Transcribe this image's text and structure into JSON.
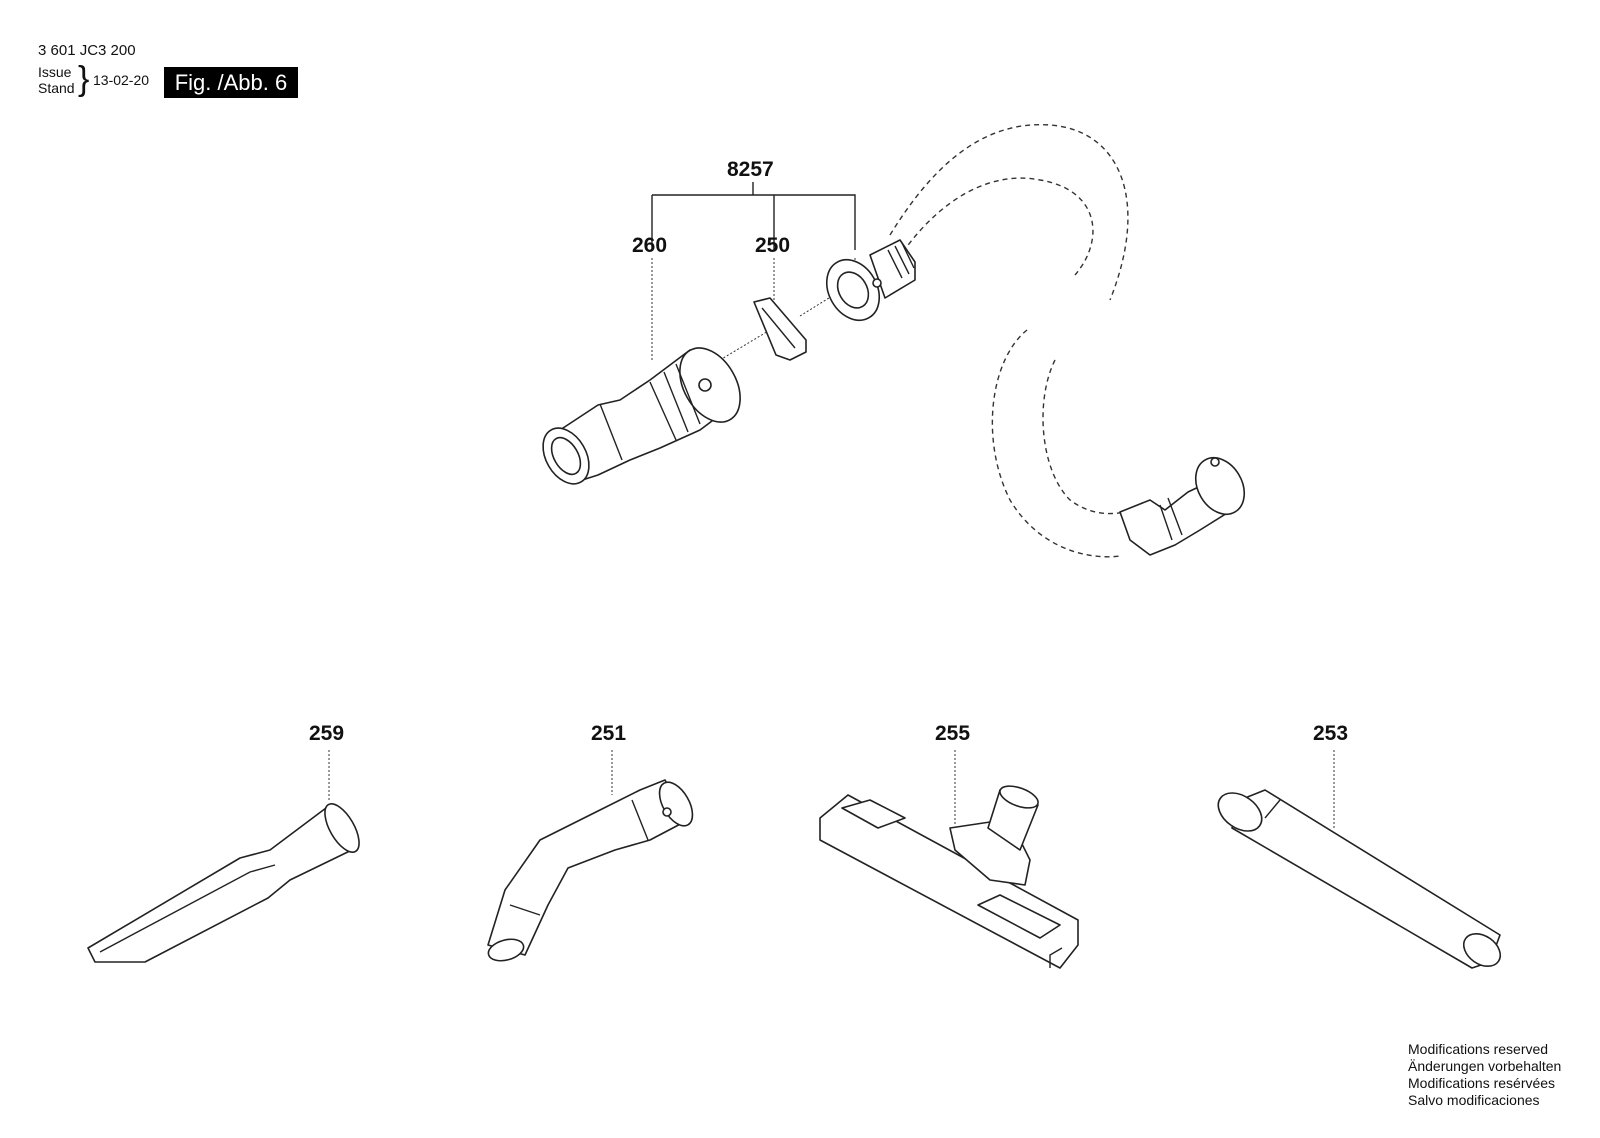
{
  "header": {
    "part_number": "3 601 JC3 200",
    "issue_label": "Issue",
    "stand_label": "Stand",
    "date": "13-02-20",
    "figure": "Fig. /Abb. 6"
  },
  "callouts": {
    "kit": "8257",
    "nozzle_adapter": "260",
    "clip": "250",
    "crevice_tool": "259",
    "elbow": "251",
    "floor_nozzle": "255",
    "tube": "253"
  },
  "footer": {
    "line1": "Modifications reserved",
    "line2": "Änderungen vorbehalten",
    "line3": "Modifications resérvées",
    "line4": "Salvo modificaciones"
  }
}
